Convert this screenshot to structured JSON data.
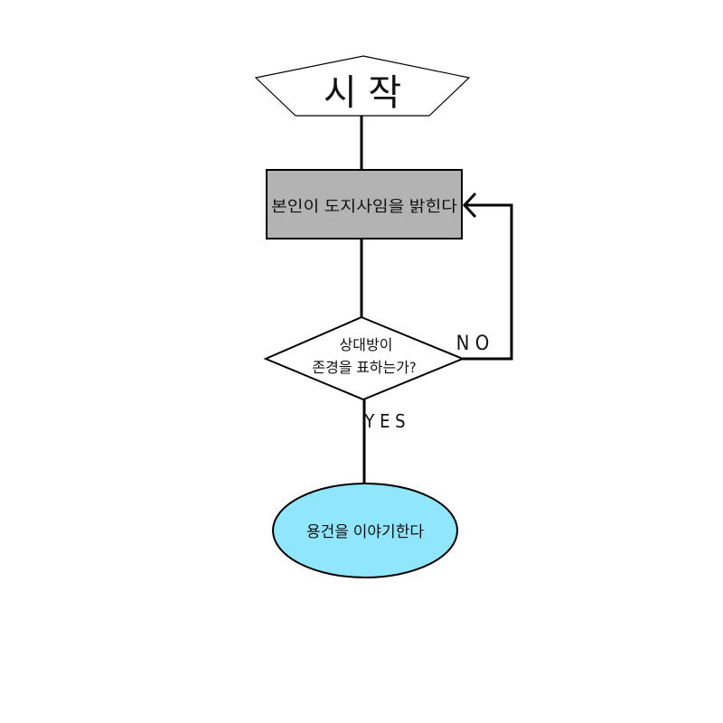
{
  "flowchart": {
    "start": {
      "label": "시 작"
    },
    "step1": {
      "label": "본인이 도지사임을 밝힌다",
      "fill": "#b3b3b3"
    },
    "decision": {
      "line1": "상대방이",
      "line2": "존경을 표하는가?"
    },
    "no_label": "N O",
    "yes_label": "Y E S",
    "end": {
      "label": "용건을 이야기한다",
      "fill": "#90e6fc"
    }
  }
}
